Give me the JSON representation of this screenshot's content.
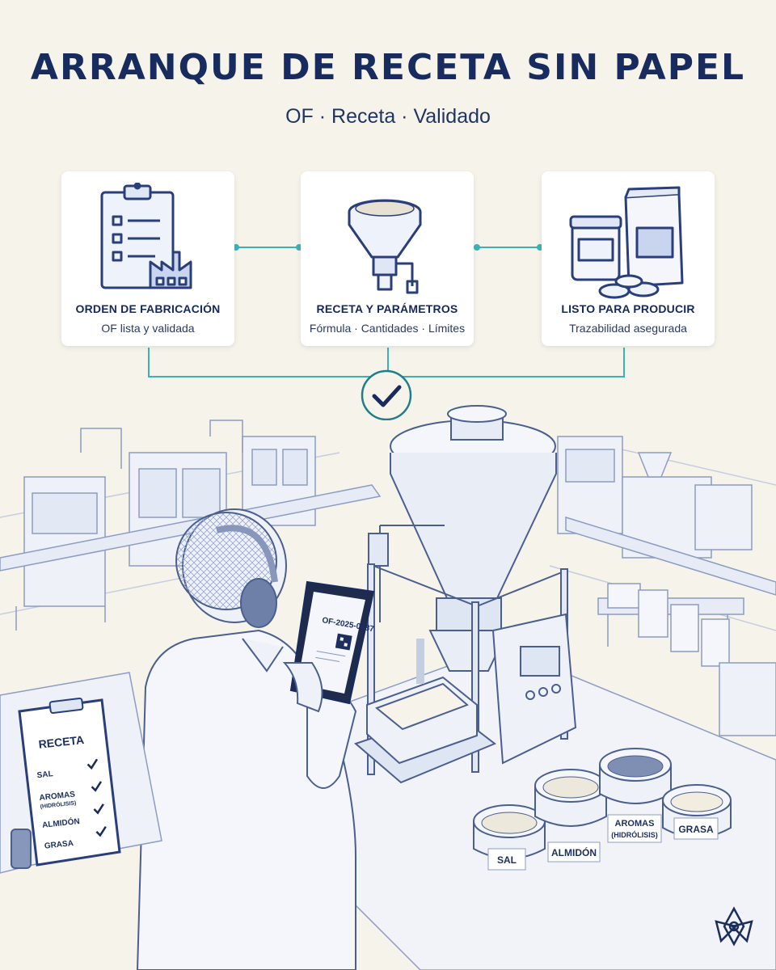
{
  "title": "ARRANQUE DE RECETA SIN PAPEL",
  "subtitle": "OF · Receta · Validado",
  "steps": [
    {
      "title": "ORDEN DE FABRICACIÓN",
      "subtitle": "OF lista y validada",
      "icon": "clipboard-factory-icon"
    },
    {
      "title": "RECETA Y PARÁMETROS",
      "subtitle": "Fórmula · Cantidades · Límites",
      "icon": "hopper-icon"
    },
    {
      "title": "LISTO PARA PRODUCIR",
      "subtitle": "Trazabilidad asegurada",
      "icon": "packaged-product-icon"
    }
  ],
  "validation_icon": "checkmark-icon",
  "tablet": {
    "order_code": "OF-2025-0487"
  },
  "recipe_board": {
    "title": "RECETA",
    "items": [
      "SAL",
      "AROMAS",
      "(HIDRÓLISIS)",
      "ALMIDÓN",
      "GRASA"
    ]
  },
  "ingredients": [
    {
      "label": "SAL"
    },
    {
      "label": "ALMIDÓN"
    },
    {
      "label": "AROMAS",
      "note": "(HIDRÓLISIS)"
    },
    {
      "label": "GRASA"
    }
  ],
  "colors": {
    "navy": "#172b5e",
    "teal": "#3ab3b8",
    "line": "#4a5f8f",
    "bg": "#f6f3ea"
  },
  "brand_icon": "flower-logo-icon"
}
